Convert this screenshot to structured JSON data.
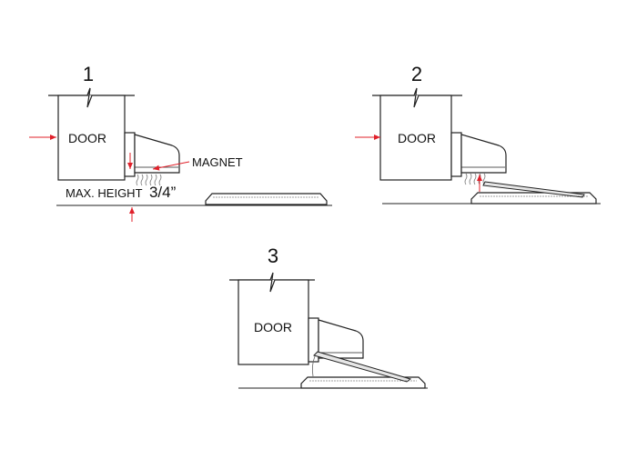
{
  "panels": [
    {
      "step": "1",
      "door_label": "DOOR"
    },
    {
      "step": "2",
      "door_label": "DOOR"
    },
    {
      "step": "3",
      "door_label": "DOOR"
    }
  ],
  "callouts": {
    "magnet": "MAGNET",
    "max_height_prefix": "MAX. HEIGHT",
    "max_height_value": "3/4”"
  },
  "colors": {
    "line": "#222222",
    "arrow": "#e0202a",
    "shade": "#cfcfcf"
  }
}
